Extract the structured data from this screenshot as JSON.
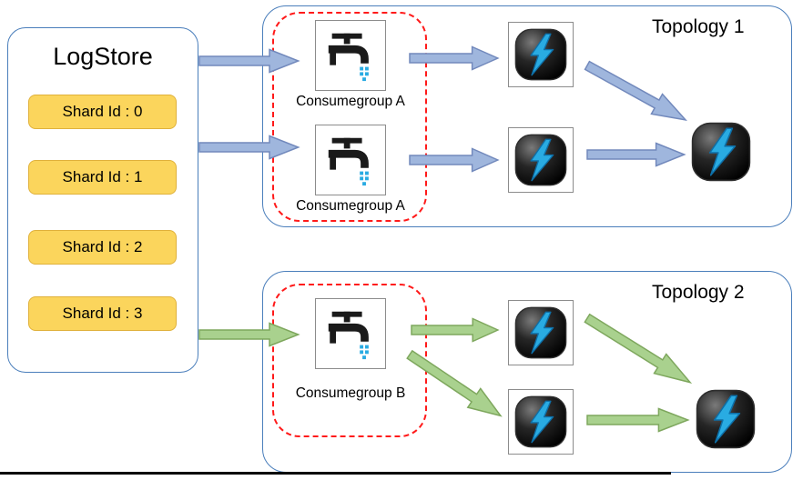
{
  "logstore": {
    "title": "LogStore",
    "shards": [
      {
        "label": "Shard Id : 0"
      },
      {
        "label": "Shard Id : 1"
      },
      {
        "label": "Shard Id : 2"
      },
      {
        "label": "Shard Id : 3"
      }
    ]
  },
  "topologies": [
    {
      "title": "Topology 1",
      "consumer_groups": [
        {
          "label": "Consumegroup A"
        },
        {
          "label": "Consumegroup A"
        }
      ]
    },
    {
      "title": "Topology 2",
      "consumer_groups": [
        {
          "label": "Consumegroup B"
        }
      ]
    }
  ],
  "icons": {
    "spout": "faucet-icon",
    "bolt": "storm-lightning-bolt-icon"
  },
  "colors": {
    "shard_fill": "#FBD55C",
    "shard_border": "#E0B13B",
    "container_border": "#4A7EBB",
    "group_dashed_border": "#FF1A1A",
    "arrow_blue_fill": "#9FB6DD",
    "arrow_blue_stroke": "#7289BC",
    "arrow_green_fill": "#A9D18E",
    "arrow_green_stroke": "#7EA75D",
    "bolt_blue": "#29ABE2",
    "icon_box_border": "#8C8C8C"
  }
}
